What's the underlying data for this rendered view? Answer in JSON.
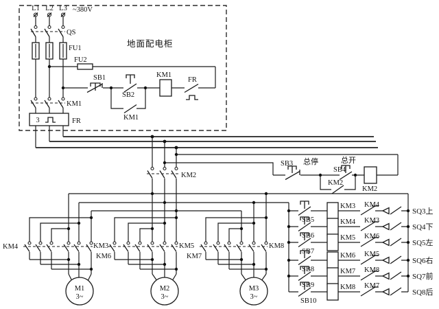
{
  "supply": {
    "l1": "L1",
    "l2": "L2",
    "l3": "L3",
    "voltage": "~380V",
    "qs": "QS",
    "fu1": "FU1",
    "fu2": "FU2"
  },
  "cabinet": {
    "title": "地面配电柜",
    "sb1": "SB1",
    "sb2": "SB2",
    "km1_coil": "KM1",
    "km1_aux": "KM1",
    "fr_contact": "FR",
    "km1_main": "KM1",
    "fr_number": "3",
    "fr_relay": "FR"
  },
  "master": {
    "km2_main": "KM2",
    "sb3": "SB3",
    "sb3_cn": "总停",
    "sb4": "SB4",
    "sb4_cn": "总开",
    "km2_aux": "KM2",
    "km2_coil": "KM2"
  },
  "motor_section": {
    "km4": "KM4",
    "km3": "KM3",
    "km6": "KM6",
    "km5": "KM5",
    "km7": "KM7",
    "km8": "KM8",
    "motors": [
      {
        "name": "M1",
        "phase": "3~"
      },
      {
        "name": "M2",
        "phase": "3~"
      },
      {
        "name": "M3",
        "phase": "3~"
      }
    ]
  },
  "ladder": {
    "rows": [
      {
        "sb": "SB5",
        "coil": "KM3",
        "interlock": "KM4",
        "sq": "SQ3上"
      },
      {
        "sb": "SB6",
        "coil": "KM4",
        "interlock": "KM3",
        "sq": "SQ4下"
      },
      {
        "sb": "SB7",
        "coil": "KM5",
        "interlock": "KM6",
        "sq": "SQ5左"
      },
      {
        "sb": "SB8",
        "coil": "KM6",
        "interlock": "KM5",
        "sq": "SQ6右"
      },
      {
        "sb": "SB9",
        "coil": "KM7",
        "interlock": "KM8",
        "sq": "SQ7前"
      },
      {
        "sb": "SB10",
        "coil": "KM8",
        "interlock": "KM7",
        "sq": "SQ8后"
      }
    ]
  }
}
